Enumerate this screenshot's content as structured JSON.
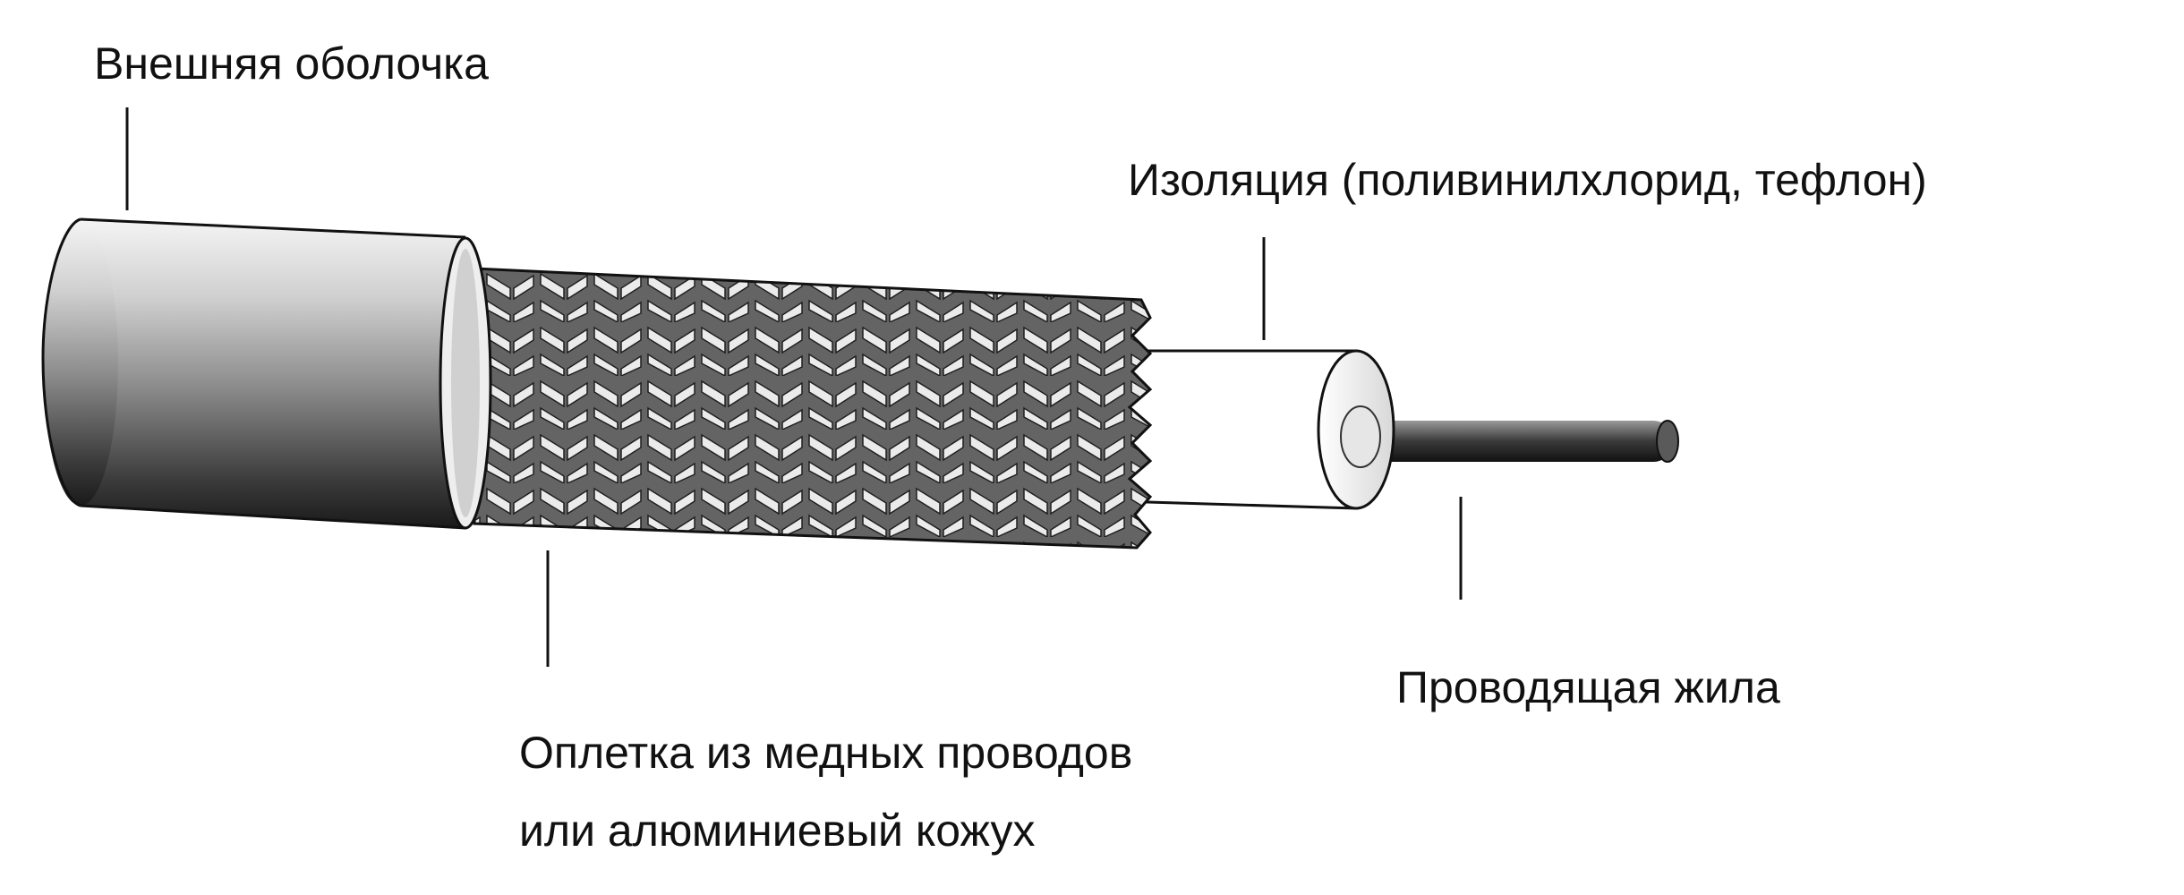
{
  "labels": {
    "outer_jacket": "Внешняя оболочка",
    "insulation": "Изоляция (поливинилхлорид, тефлон)",
    "conductor": "Проводящая жила",
    "braid_line1": "Оплетка из медных проводов",
    "braid_line2": "или алюминиевый кожух"
  }
}
